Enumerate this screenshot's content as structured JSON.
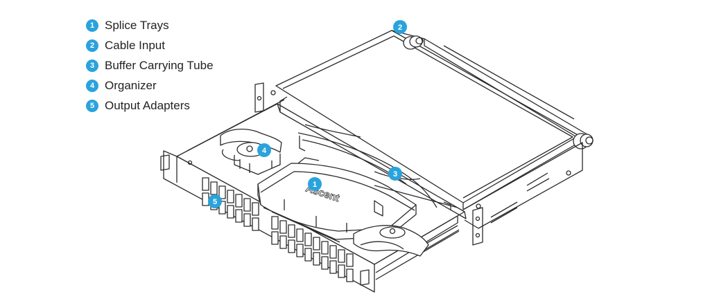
{
  "legend": [
    {
      "number": "1",
      "label": "Splice Trays"
    },
    {
      "number": "2",
      "label": "Cable Input"
    },
    {
      "number": "3",
      "label": "Buffer Carrying Tube"
    },
    {
      "number": "4",
      "label": "Organizer"
    },
    {
      "number": "5",
      "label": "Output Adapters"
    }
  ],
  "callouts": {
    "c1": "1",
    "c2": "2",
    "c3": "3",
    "c4": "4",
    "c5": "5"
  },
  "tray_logo": "Ascent",
  "accent_color": "#2aa3dc"
}
